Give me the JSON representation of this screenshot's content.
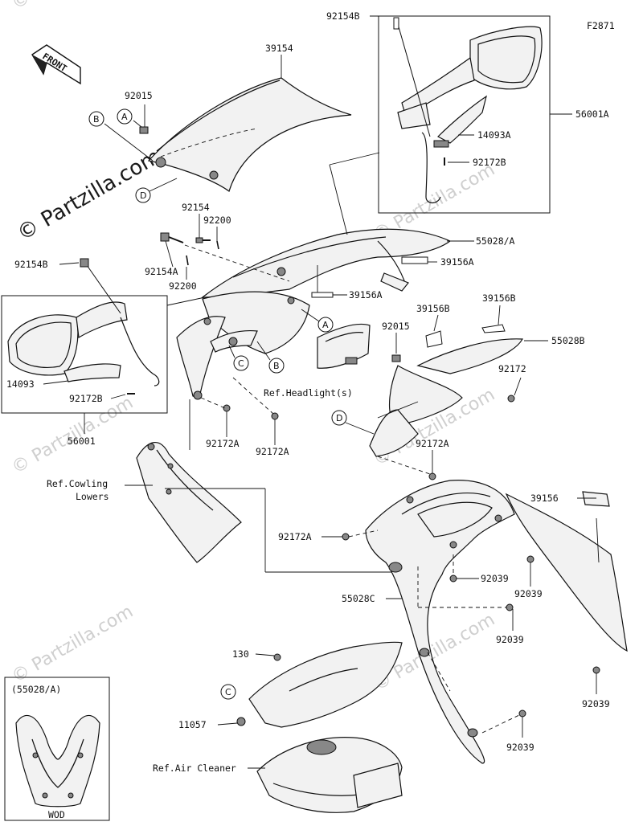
{
  "figure_code": "F2871",
  "front_label": "FRONT",
  "watermark": "© Partzilla.com",
  "parts": {
    "p39154": "39154",
    "p92015_top": "92015",
    "p92154B_top": "92154B",
    "p56001A": "56001A",
    "p14093A": "14093A",
    "p92172B_top": "92172B",
    "p92154": "92154",
    "p92200_a": "92200",
    "p92154A": "92154A",
    "p92200_b": "92200",
    "p55028A": "55028/A",
    "p39156A_a": "39156A",
    "p39156A_b": "39156A",
    "p92154B_left": "92154B",
    "p14093": "14093",
    "p92172B_left": "92172B",
    "p56001": "56001",
    "p92172A_a": "92172A",
    "p92172A_b": "92172A",
    "p39156B_a": "39156B",
    "p39156B_b": "39156B",
    "p92015_mid": "92015",
    "p55028B": "55028B",
    "p92172": "92172",
    "p92172A_c": "92172A",
    "p39156": "39156",
    "p92172A_d": "92172A",
    "p92039_a": "92039",
    "p92039_b": "92039",
    "p55028C": "55028C",
    "p92039_c": "92039",
    "p130": "130",
    "p11057": "11057",
    "p92039_d": "92039",
    "p92039_e": "92039"
  },
  "refs": {
    "headlight": "Ref.Headlight(s)",
    "cowling_lowers_1": "Ref.Cowling",
    "cowling_lowers_2": "Lowers",
    "air_cleaner": "Ref.Air Cleaner"
  },
  "callouts": {
    "A": "A",
    "B": "B",
    "C": "C",
    "D": "D"
  },
  "inset": {
    "title": "(55028/A)",
    "footer": "WOD"
  }
}
